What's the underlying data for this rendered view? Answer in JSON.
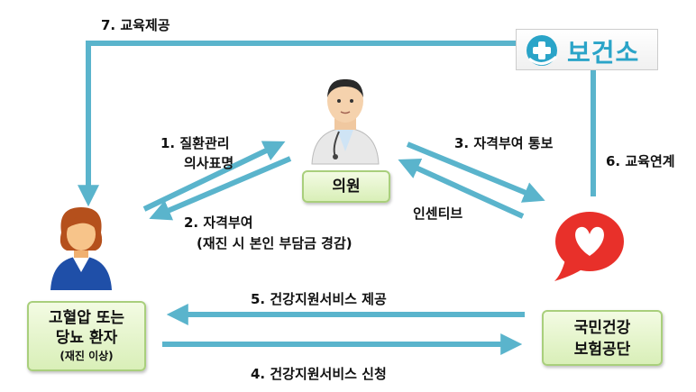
{
  "arrows": {
    "a7": "7. 교육제공",
    "a1_line1": "1. 질환관리",
    "a1_line2": "의사표명",
    "a2_line1": "2. 자격부여",
    "a2_line2": "(재진 시 본인  부담금 경감)",
    "a3": "3. 자격부여  통보",
    "incentive": "인센티브",
    "a6": "6. 교육연계",
    "a5": "5. 건강지원서비스 제공",
    "a4": "4. 건강지원서비스 신청"
  },
  "nodes": {
    "clinic": "의원",
    "patient_line1": "고혈압 또는",
    "patient_line2": "당뇨 환자",
    "patient_line3": "(재진 이상)",
    "nhis_line1": "국민건강",
    "nhis_line2": "보험공단"
  },
  "logo": {
    "text": "보건소"
  },
  "colors": {
    "arrow": "#5ab4cc",
    "node_fill": "#e4f3cc",
    "node_border": "#a9cf7c"
  }
}
